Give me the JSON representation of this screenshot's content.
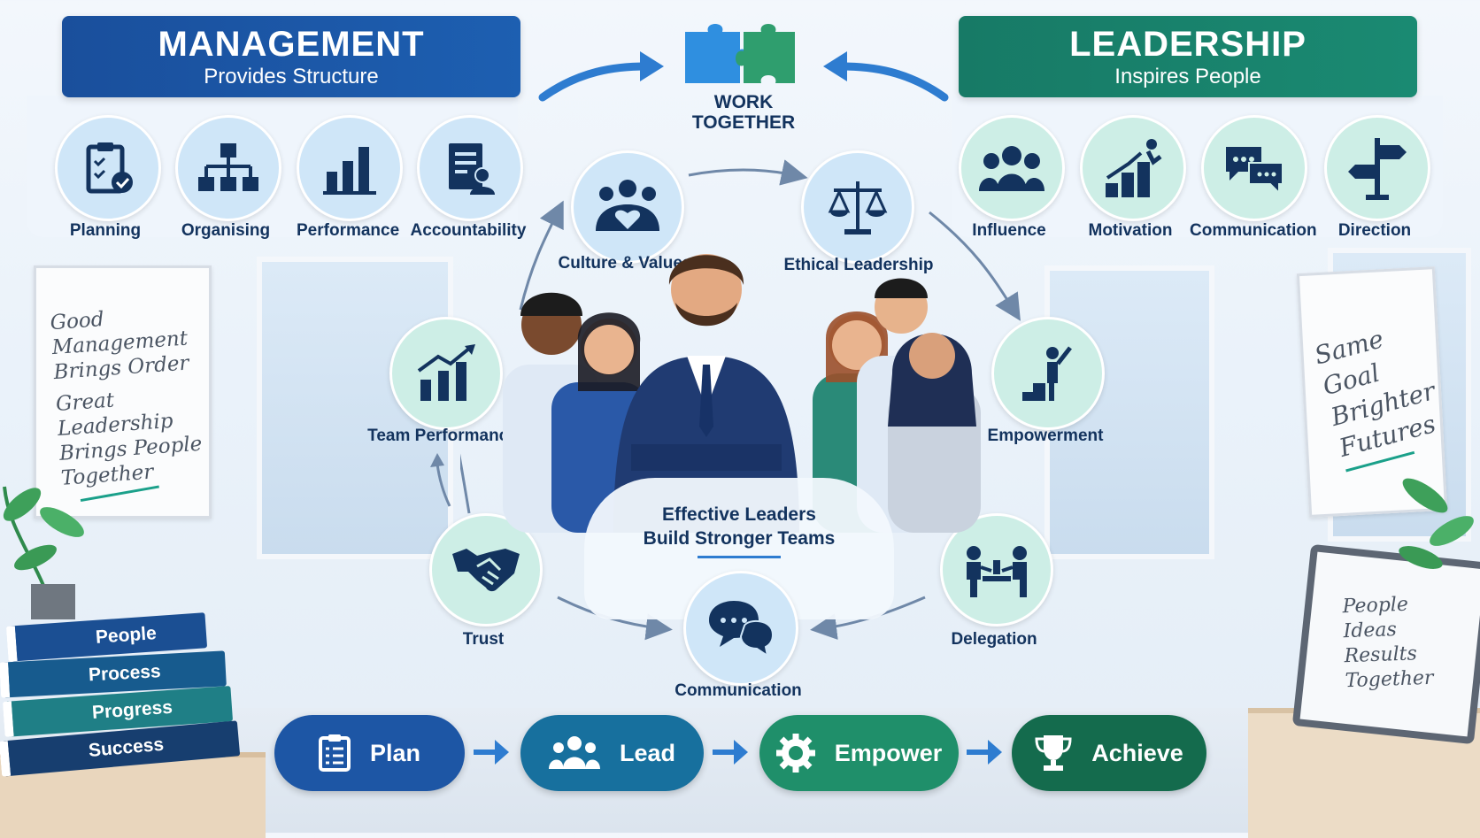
{
  "management": {
    "title": "MANAGEMENT",
    "subtitle": "Provides Structure"
  },
  "leadership": {
    "title": "LEADERSHIP",
    "subtitle": "Inspires People"
  },
  "center_top": {
    "line1": "WORK",
    "line2": "TOGETHER"
  },
  "management_items": [
    {
      "label": "Planning",
      "icon": "clipboard-check-icon"
    },
    {
      "label": "Organising",
      "icon": "org-chart-icon"
    },
    {
      "label": "Performance",
      "icon": "bar-chart-icon"
    },
    {
      "label": "Accountability",
      "icon": "report-user-icon"
    }
  ],
  "leadership_items": [
    {
      "label": "Influence",
      "icon": "group-icon"
    },
    {
      "label": "Motivation",
      "icon": "climb-stairs-icon"
    },
    {
      "label": "Communication",
      "icon": "chat-bubbles-icon"
    },
    {
      "label": "Direction",
      "icon": "signpost-icon"
    }
  ],
  "cycle": {
    "culture": "Culture & Values",
    "ethical": "Ethical Leadership",
    "team_performance": "Team Performance",
    "empowerment": "Empowerment",
    "trust": "Trust",
    "delegation": "Delegation",
    "communication": "Communication"
  },
  "center_message": {
    "line1": "Effective Leaders",
    "line2": "Build Stronger Teams"
  },
  "steps": [
    {
      "label": "Plan",
      "color": "#1d56a5",
      "icon": "checklist-icon"
    },
    {
      "label": "Lead",
      "color": "#17709e",
      "icon": "team-icon"
    },
    {
      "label": "Empower",
      "color": "#1f8f6a",
      "icon": "gear-icon"
    },
    {
      "label": "Achieve",
      "color": "#146b4d",
      "icon": "trophy-icon"
    }
  ],
  "notes": {
    "left": [
      "Good",
      "Management",
      "Brings Order",
      "Great Leadership",
      "Brings People",
      "Together"
    ],
    "right": [
      "Same",
      "Goal",
      "Brighter",
      "Futures"
    ],
    "laptop": [
      "People",
      "Ideas",
      "Results",
      "Together"
    ]
  },
  "books": [
    "People",
    "Process",
    "Progress",
    "Success"
  ],
  "colors": {
    "navy": "#13335e",
    "management_blue": "#1d56a5",
    "leadership_green": "#177e68",
    "arrow_blue": "#2e7cd0"
  }
}
